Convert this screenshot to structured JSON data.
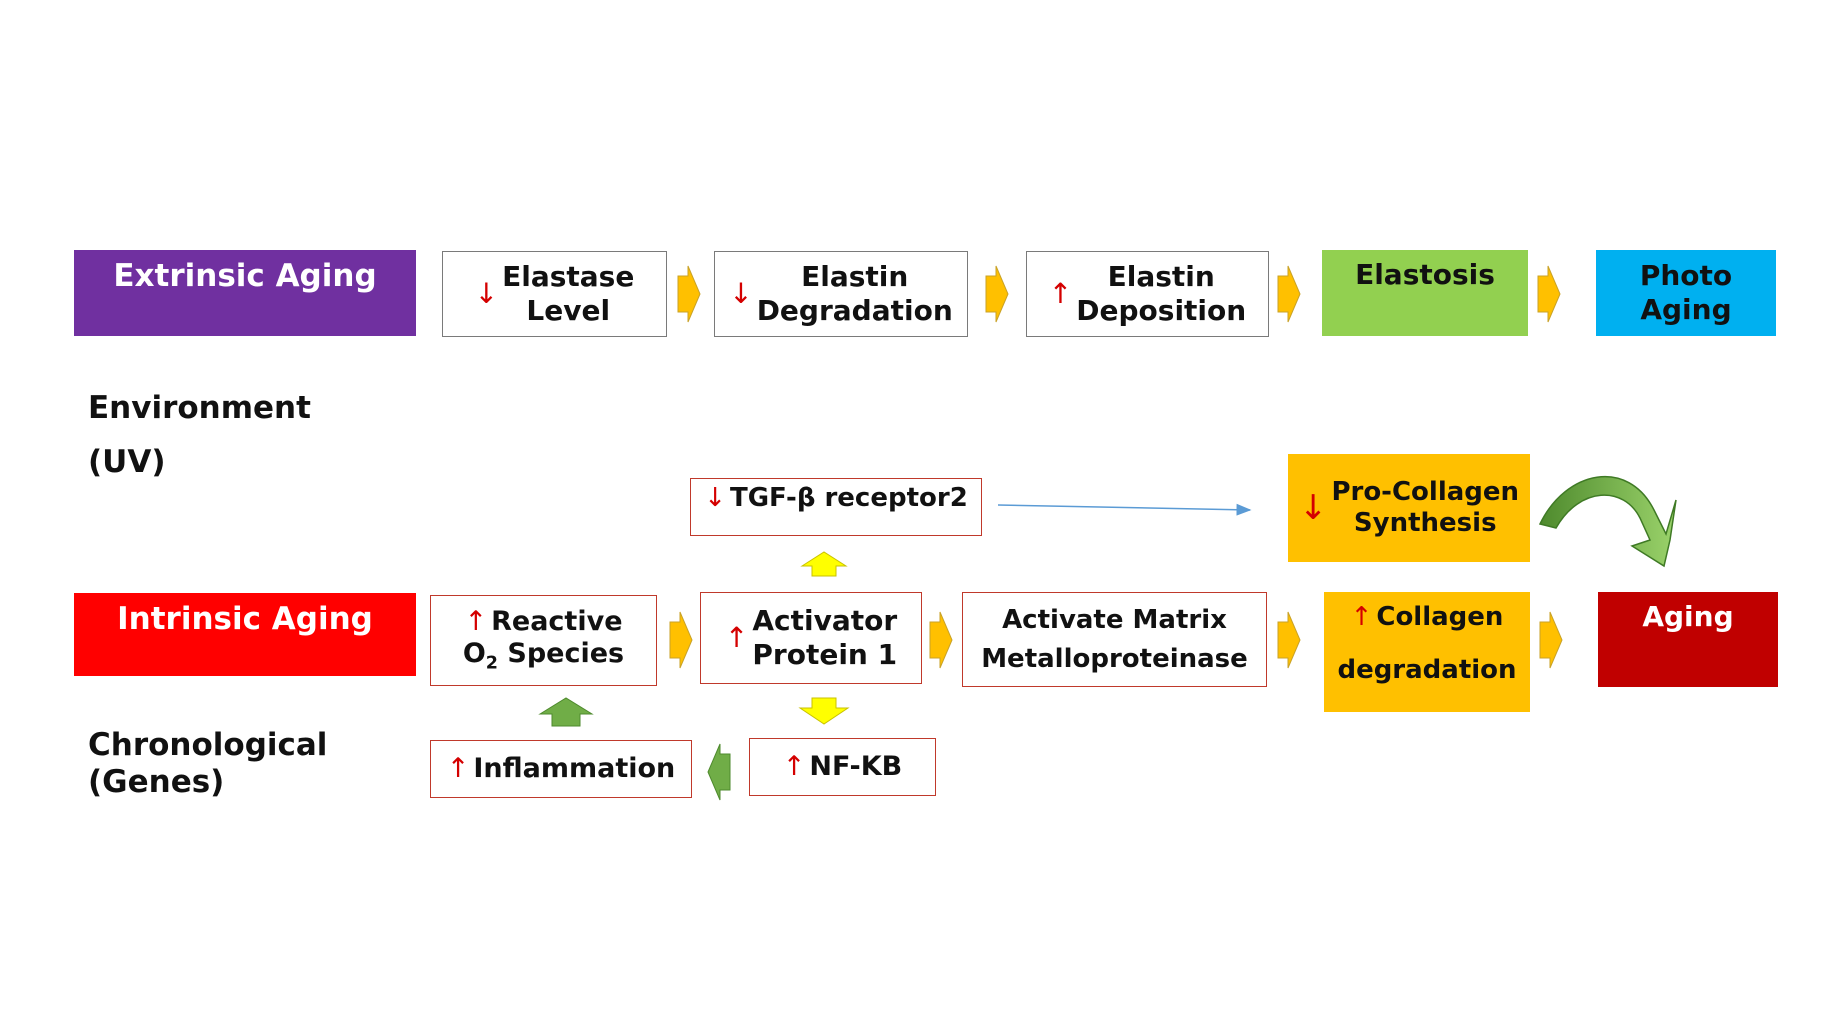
{
  "colors": {
    "extrinsic": "#7030a0",
    "intrinsic": "#ff0000",
    "elastosis": "#92d050",
    "photo_aging": "#00b0f0",
    "collagen": "#ffc000",
    "aging": "#c00000",
    "flow_arrow": "#ffc000",
    "yellow_arrow": "#ffff00",
    "green_arrow": "#70ad47"
  },
  "extrinsic": {
    "title": "Extrinsic Aging",
    "subtitle_line1": "Environment",
    "subtitle_line2": "(UV)",
    "steps": [
      {
        "arrow": "↓",
        "text": "Elastase\nLevel"
      },
      {
        "arrow": "↓",
        "text": "Elastin\nDegradation"
      },
      {
        "arrow": "↑",
        "text": "Elastin\nDeposition"
      },
      {
        "arrow": "",
        "text": "Elastosis"
      },
      {
        "arrow": "",
        "text": "Photo\nAging"
      }
    ]
  },
  "intrinsic": {
    "title": "Intrinsic Aging",
    "subtitle": "Chronological\n(Genes)",
    "reactive": {
      "arrow": "↑",
      "text_a": "Reactive",
      "text_b": "O",
      "sub": "2",
      "text_c": " Species"
    },
    "activator": {
      "arrow": "↑",
      "text": "Activator\nProtein  1"
    },
    "matrix": {
      "text": "Activate Matrix\nMetalloproteinase"
    },
    "collagen": {
      "arrow": "↑",
      "line1": "Collagen",
      "line2": "degradation"
    },
    "aging": {
      "text": "Aging"
    },
    "tgf": {
      "arrow": "↓",
      "text": "TGF-β receptor2"
    },
    "procollagen": {
      "arrow": "↓",
      "text": "Pro-Collagen\nSynthesis"
    },
    "inflammation": {
      "arrow": "↑",
      "text": "Inflammation"
    },
    "nfkb": {
      "arrow": "↑",
      "text": "NF-KB"
    }
  }
}
